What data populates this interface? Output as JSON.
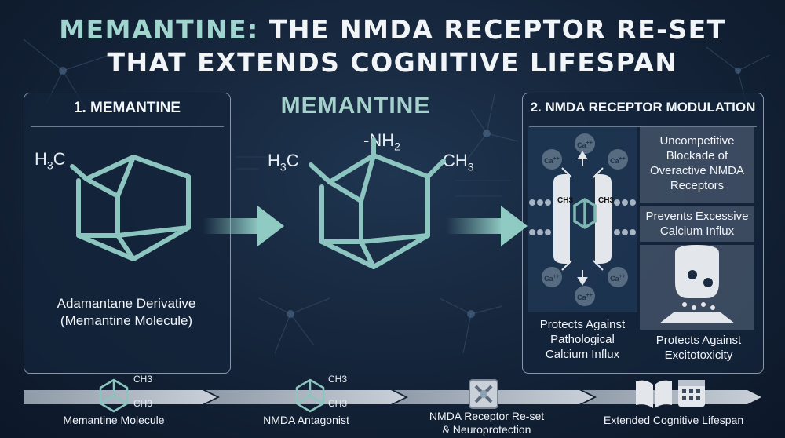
{
  "title": {
    "line1_accent": "MEMANTINE:",
    "line1_rest": " THE NMDA RECEPTOR RE-SET",
    "line2": "THAT EXTENDS COGNITIVE LIFESPAN"
  },
  "panel1": {
    "heading": "1. MEMANTINE",
    "methyl_label": "H3C",
    "caption_line1": "Adamantane Derivative",
    "caption_line2": "(Memantine Molecule)"
  },
  "middle": {
    "heading": "MEMANTINE",
    "amine_label": "-NH2",
    "methyl_left": "H3C",
    "methyl_right": "CH3"
  },
  "panel2": {
    "heading": "2. NMDA RECEPTOR MODULATION",
    "box1": [
      "Uncompetitive",
      "Blockade of",
      "Overactive NMDA",
      "Receptors"
    ],
    "box2": [
      "Prevents Excessive",
      "Calcium Influx"
    ],
    "left_caption": [
      "Protects Against",
      "Pathological",
      "Calcium Influx"
    ],
    "right_caption": [
      "Protects Against",
      "Excitotoxicity"
    ],
    "ion_label": "Ca++",
    "channel_label": "CH3"
  },
  "timeline": [
    {
      "label": "Memantine Molecule",
      "icon": "adamantane-icon"
    },
    {
      "label": "NMDA Antagonist",
      "icon": "adamantane-icon"
    },
    {
      "label": "NMDA Receptor Re-set\n& Neuroprotection",
      "icon": "receptor-icon"
    },
    {
      "label": "Extended Cognitive Lifespan",
      "icon": "book-calendar-icon"
    }
  ],
  "colors": {
    "background": "#142338",
    "accent_teal": "#9fd4cf",
    "panel_border": "#8796a9",
    "text": "#f2f5f8"
  }
}
